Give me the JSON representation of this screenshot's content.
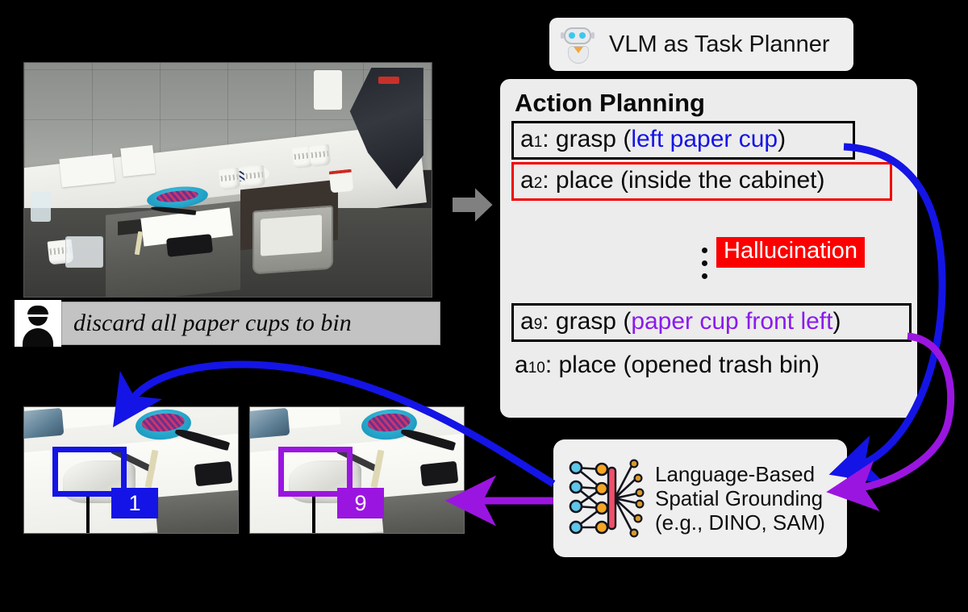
{
  "header": {
    "robot_icon": "robot-icon",
    "title": "VLM as Task Planner"
  },
  "instruction": {
    "user_icon": "user-avatar-icon",
    "text": "discard all paper cups to bin"
  },
  "transition_arrow": "gray-right-arrow",
  "action_panel": {
    "title": "Action Planning",
    "hallucination_label": "Hallucination",
    "ellipsis": "vertical-ellipsis",
    "actions": [
      {
        "id": "a",
        "index": "1",
        "verb": ": grasp (",
        "arg": "left paper cup",
        "close": ")",
        "arg_color": "#1414e6",
        "border": "black"
      },
      {
        "id": "a",
        "index": "2",
        "verb": ": place (inside the cabinet)",
        "arg": "",
        "close": "",
        "arg_color": "#0a0a0a",
        "border": "red"
      },
      {
        "id": "a",
        "index": "9",
        "verb": ": grasp (",
        "arg": "paper cup front left",
        "close": ")",
        "arg_color": "#8b1aee",
        "border": "black"
      },
      {
        "id": "a",
        "index": "10",
        "verb": ": place (opened trash bin)",
        "arg": "",
        "close": "",
        "arg_color": "#0a0a0a",
        "border": "none"
      }
    ]
  },
  "grounding": {
    "icon": "neural-network-icon",
    "line1": "Language-Based",
    "line2": "Spatial Grounding",
    "line3": "(e.g., DINO, SAM)"
  },
  "results": [
    {
      "name": "result-photo-1",
      "box_label": "1",
      "box_color": "#1414e6"
    },
    {
      "name": "result-photo-2",
      "box_label": "9",
      "box_color": "#9b15e0"
    }
  ],
  "colors": {
    "blue_arrow": "#1414e6",
    "purple_arrow": "#9b15e0",
    "hallucination_red": "#fb0000",
    "panel_bg": "#ececec",
    "background": "#000000"
  }
}
